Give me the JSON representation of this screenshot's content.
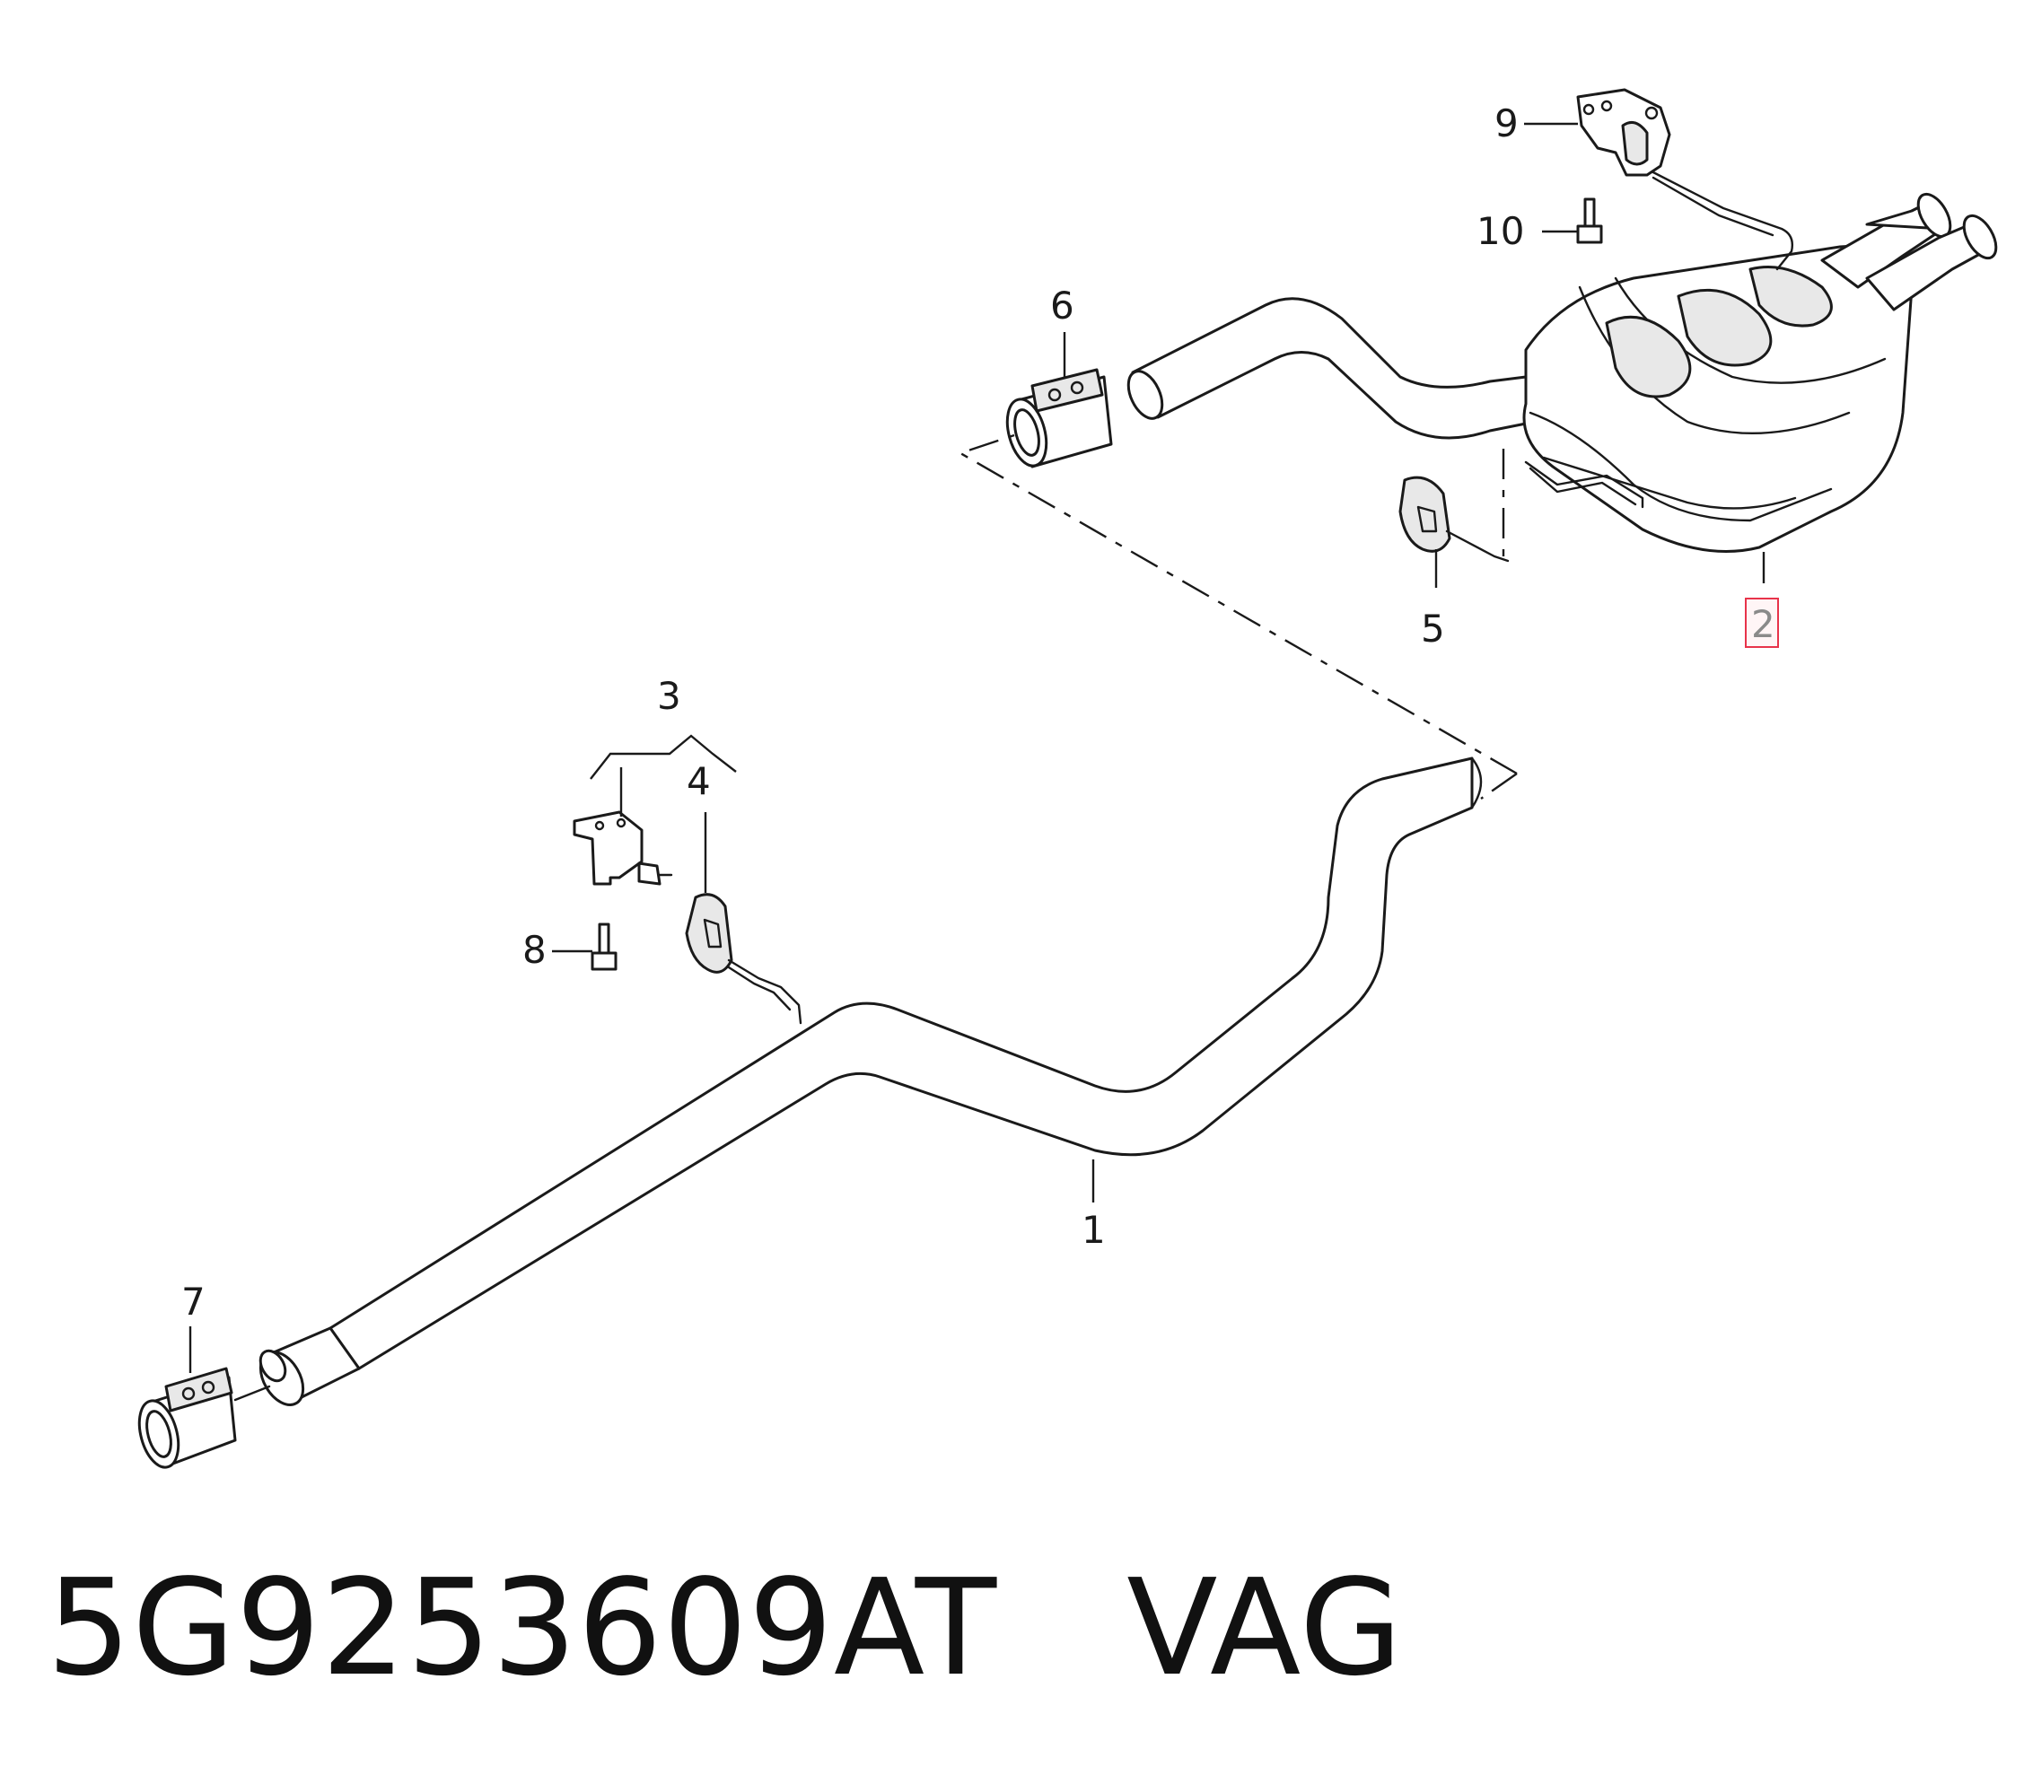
{
  "part_number": "5G9253609AT",
  "manufacturer": "VAG",
  "highlight_color": "#e8334a",
  "callouts": {
    "c1": "1",
    "c2": "2",
    "c3": "3",
    "c4": "4",
    "c5": "5",
    "c6": "6",
    "c7": "7",
    "c8": "8",
    "c9": "9",
    "c10": "10"
  },
  "highlighted_callout": "2"
}
